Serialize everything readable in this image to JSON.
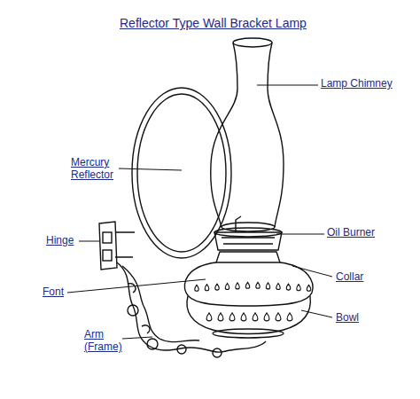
{
  "diagram": {
    "title": "Reflector Type Wall Bracket Lamp",
    "labels": [
      "Lamp Chimney",
      "Mercury Reflector",
      "Oil Burner",
      "Hinge",
      "Collar",
      "Font",
      "Bowl",
      "Arm (Frame)"
    ]
  }
}
